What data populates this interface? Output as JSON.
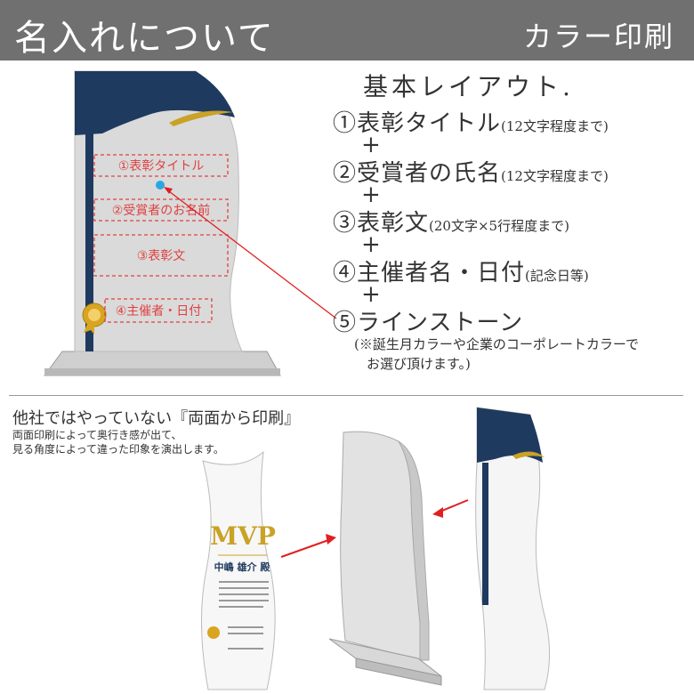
{
  "header": {
    "title": "名入れについて",
    "right": "カラー印刷"
  },
  "layout": {
    "title": "基本レイアウト.",
    "items": [
      {
        "label": "①表彰タイトル",
        "note": "(12文字程度まで)"
      },
      {
        "label": "②受賞者の氏名",
        "note": "(12文字程度まで)"
      },
      {
        "label": "③表彰文",
        "note": "(20文字×5行程度まで)"
      },
      {
        "label": "④主催者名・日付",
        "note": "(記念日等)"
      },
      {
        "label": "⑤ラインストーン",
        "note": ""
      }
    ],
    "plus": "+",
    "rhinestone_note_1": "(※誕生月カラーや企業のコーポレートカラーで",
    "rhinestone_note_2": "お選び頂けます。)"
  },
  "trophy_zones": {
    "zone1": "①表彰タイトル",
    "zone2": "②受賞者のお名前",
    "zone3": "③表彰文",
    "zone4": "④主催者・日付"
  },
  "bottom": {
    "title": "他社ではやっていない『両面から印刷』",
    "desc_1": "両面印刷によって奥行き感が出て、",
    "desc_2": "見る角度によって違った印象を演出します。"
  },
  "sample": {
    "mvp": "MVP",
    "name": "中嶋 雄介 殿"
  },
  "colors": {
    "header_bg": "#707070",
    "navy": "#1f3a5f",
    "gold": "#c9a227",
    "accent_red": "#e02020",
    "rhinestone_blue": "#29a8e0"
  }
}
